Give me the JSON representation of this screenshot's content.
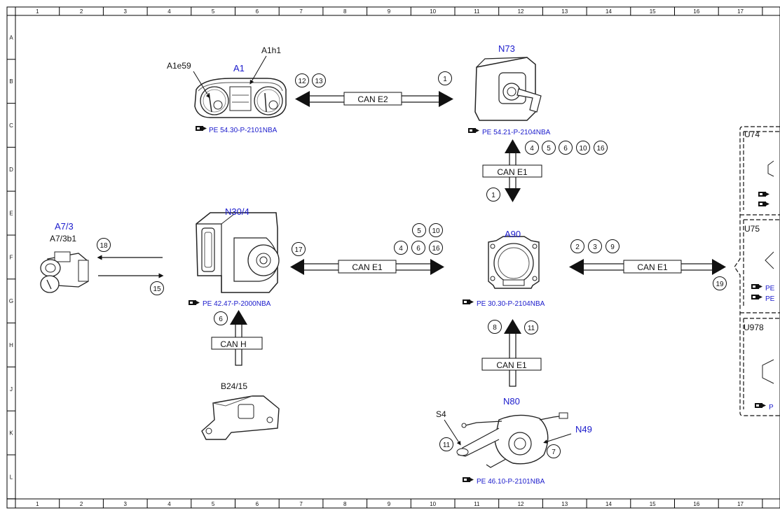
{
  "ruler": {
    "columns": [
      "1",
      "2",
      "3",
      "4",
      "5",
      "6",
      "7",
      "8",
      "9",
      "10",
      "11",
      "12",
      "13",
      "14",
      "15",
      "16",
      "17"
    ],
    "rows": [
      "A",
      "B",
      "C",
      "D",
      "E",
      "F",
      "G",
      "H",
      "J",
      "K",
      "L"
    ]
  },
  "components": {
    "a1": {
      "code": "A1",
      "sub_a": "A1e59",
      "sub_b": "A1h1",
      "ref": "PE 54.30-P-2101NBA"
    },
    "n73": {
      "code": "N73",
      "ref": "PE 54.21-P-2104NBA"
    },
    "a7_3": {
      "code": "A7/3",
      "sub": "A7/3b1"
    },
    "n30_4": {
      "code": "N30/4",
      "ref": "PE 42.47-P-2000NBA"
    },
    "a90": {
      "code": "A90",
      "ref": "PE 30.30-P-2104NBA"
    },
    "b24_15": {
      "code": "B24/15"
    },
    "n80": {
      "code": "N80",
      "ref": "PE 46.10-P-2101NBA"
    },
    "s4": {
      "code": "S4"
    },
    "n49": {
      "code": "N49"
    },
    "u74": {
      "code": "U74"
    },
    "u75": {
      "code": "U75",
      "ref_a": "PE",
      "ref_b": "PE"
    },
    "u978": {
      "code": "U978",
      "ref": "P"
    }
  },
  "buses": {
    "can_e2": "CAN E2",
    "can_e1_n73": "CAN E1",
    "can_e1_n30": "CAN E1",
    "can_e1_u": "CAN E1",
    "can_e1_n80": "CAN E1",
    "can_h": "CAN H"
  },
  "badges": {
    "b12": "12",
    "b13": "13",
    "b1_top": "1",
    "b4": "4",
    "b5": "5",
    "b6": "6",
    "b10": "10",
    "b16": "16",
    "b1_low": "1",
    "b18": "18",
    "b15": "15",
    "b17": "17",
    "n30_b5": "5",
    "n30_b10": "10",
    "n30_b4": "4",
    "n30_b6": "6",
    "n30_b16": "16",
    "b2": "2",
    "b3": "3",
    "b9": "9",
    "b19": "19",
    "b6_canh": "6",
    "b8": "8",
    "b11": "11",
    "s4_b11": "11",
    "n49_b7": "7"
  },
  "colors": {
    "component_code": "#1a1acc",
    "line": "#111111",
    "border": "#000000"
  }
}
